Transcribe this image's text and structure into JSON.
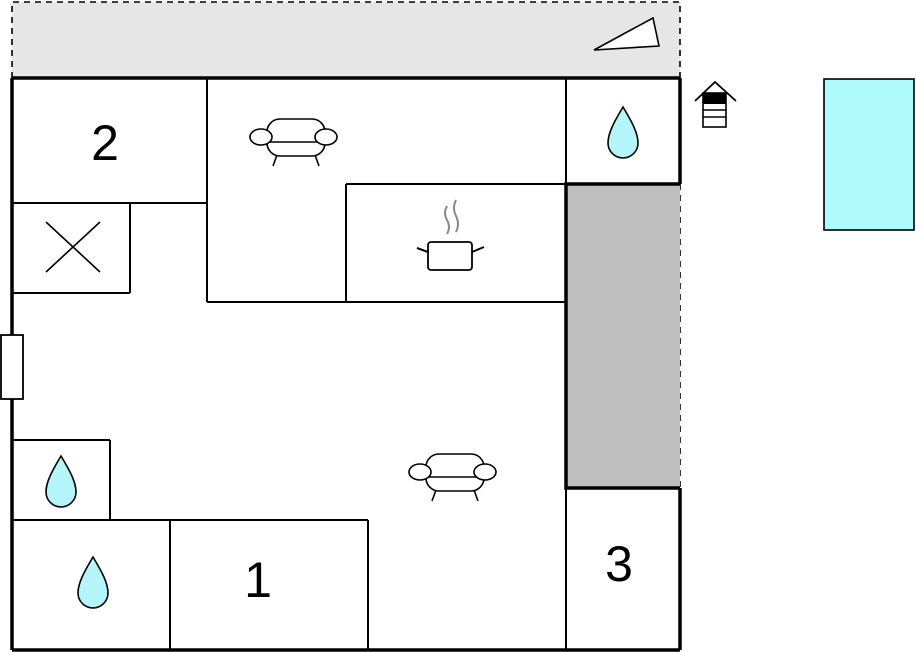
{
  "rooms": [
    {
      "id": "room-1",
      "label": "1"
    },
    {
      "id": "room-2",
      "label": "2"
    },
    {
      "id": "room-3",
      "label": "3"
    }
  ],
  "icons": {
    "sofa": "sofa-icon",
    "kitchen": "cooking-pot-icon",
    "water": "water-drop-icon",
    "closet": "closet-x-icon",
    "stairs": "house-stairs-icon",
    "pool": "pool-icon",
    "terrace_arrow": "triangle-icon"
  },
  "colors": {
    "wall": "#000000",
    "terrace": "#e6e6e6",
    "balcony": "#bfbfbf",
    "water": "#b3f5f8",
    "pool": "#aefafc"
  }
}
